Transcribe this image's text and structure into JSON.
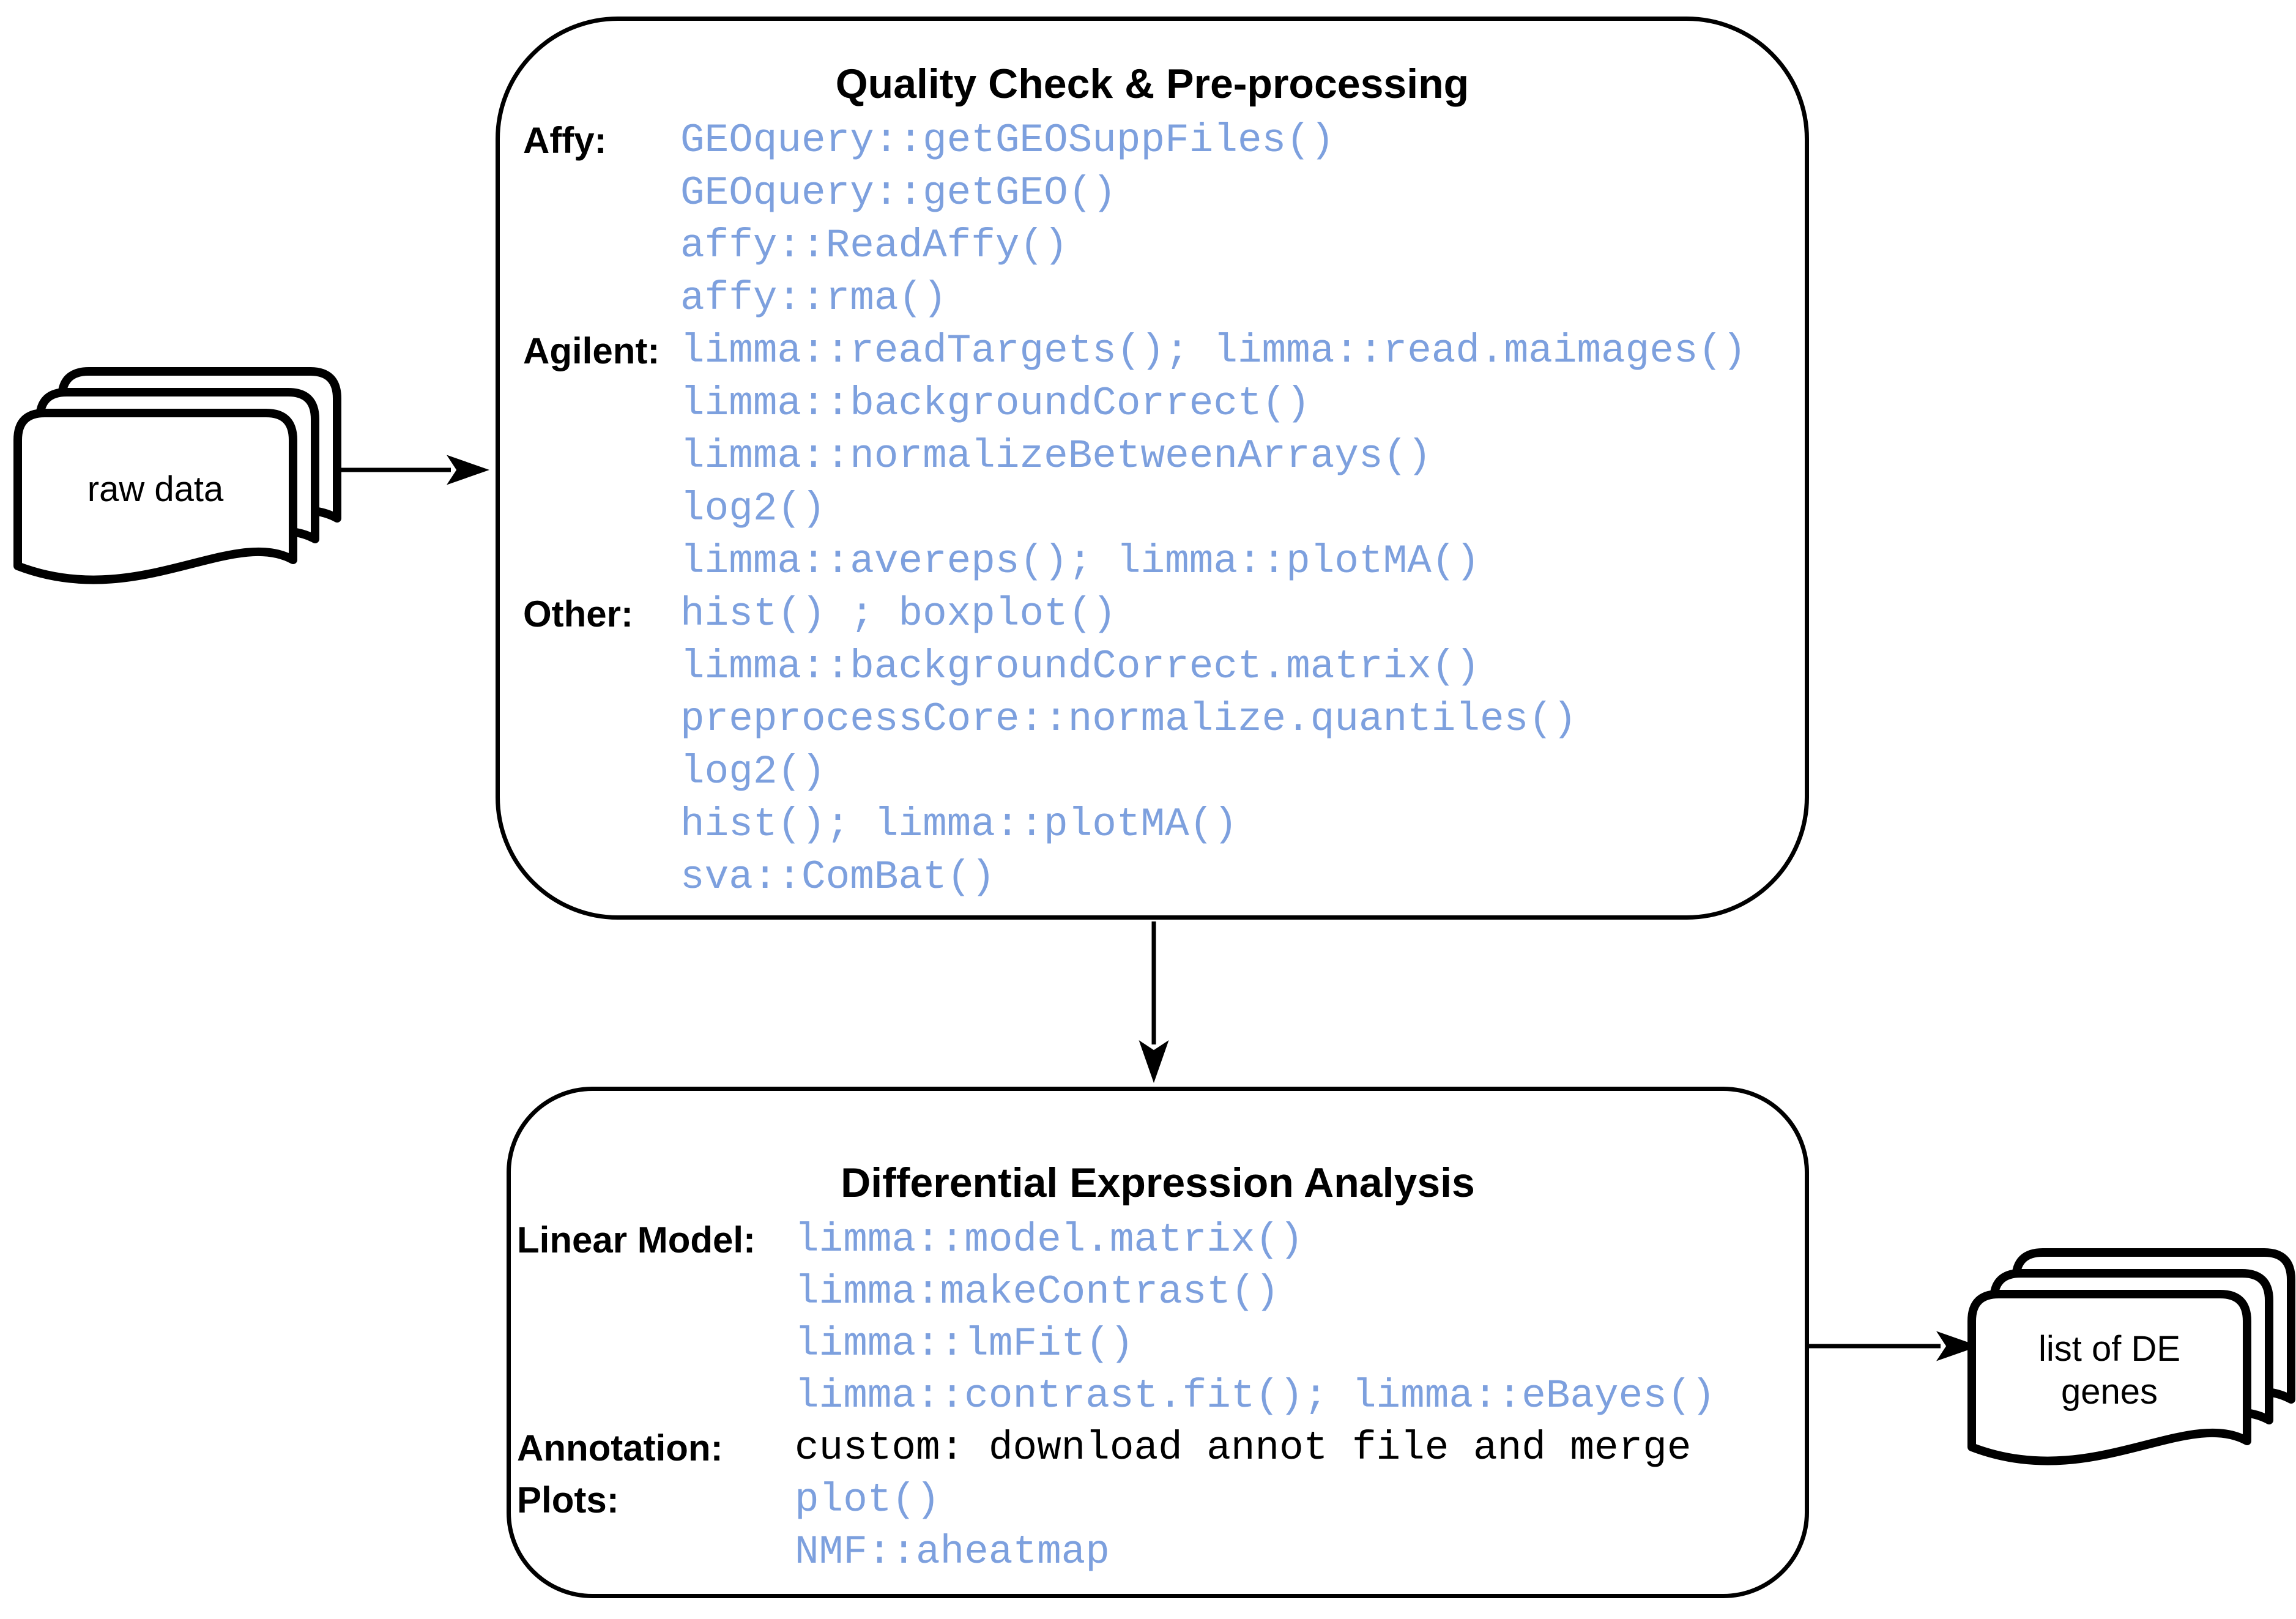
{
  "colors": {
    "code_blue": "#7da0de",
    "diagram_black": "#000000"
  },
  "nodes": {
    "raw_data": {
      "label": "raw data"
    },
    "de_genes": {
      "label": "list of DE\ngenes"
    }
  },
  "box1": {
    "title": "Quality Check & Pre-processing",
    "rows": [
      {
        "label": "Affy:",
        "code": "GEOquery::getGEOSuppFiles()",
        "color": "blue"
      },
      {
        "label": "",
        "code": "GEOquery::getGEO()",
        "color": "blue"
      },
      {
        "label": "",
        "code": "affy::ReadAffy()",
        "color": "blue"
      },
      {
        "label": "",
        "code": "affy::rma()",
        "color": "blue"
      },
      {
        "label": "Agilent:",
        "code": "limma::readTargets(); limma::read.maimages()",
        "color": "blue"
      },
      {
        "label": "",
        "code": "limma::backgroundCorrect()",
        "color": "blue"
      },
      {
        "label": "",
        "code": "limma::normalizeBetweenArrays()",
        "color": "blue"
      },
      {
        "label": "",
        "code": "log2()",
        "color": "blue"
      },
      {
        "label": "",
        "code": "limma::avereps(); limma::plotMA()",
        "color": "blue"
      },
      {
        "label": "Other:",
        "code": "hist() ; boxplot()",
        "color": "blue"
      },
      {
        "label": "",
        "code": "limma::backgroundCorrect.matrix()",
        "color": "blue"
      },
      {
        "label": "",
        "code": "preprocessCore::normalize.quantiles()",
        "color": "blue"
      },
      {
        "label": "",
        "code": "log2()",
        "color": "blue"
      },
      {
        "label": "",
        "code": "hist(); limma::plotMA()",
        "color": "blue"
      },
      {
        "label": "",
        "code": "sva::ComBat()",
        "color": "blue"
      }
    ]
  },
  "box2": {
    "title": "Differential Expression Analysis",
    "rows": [
      {
        "label": "Linear Model:",
        "code": "limma::model.matrix()",
        "color": "blue"
      },
      {
        "label": "",
        "code": "limma:makeContrast()",
        "color": "blue"
      },
      {
        "label": "",
        "code": "limma::lmFit()",
        "color": "blue"
      },
      {
        "label": "",
        "code": "limma::contrast.fit(); limma::eBayes()",
        "color": "blue"
      },
      {
        "label": "Annotation:",
        "code": "custom: download annot file and merge",
        "color": "black"
      },
      {
        "label": "Plots:",
        "code": "plot()",
        "color": "blue"
      },
      {
        "label": "",
        "code": "NMF::aheatmap",
        "color": "blue"
      }
    ]
  }
}
